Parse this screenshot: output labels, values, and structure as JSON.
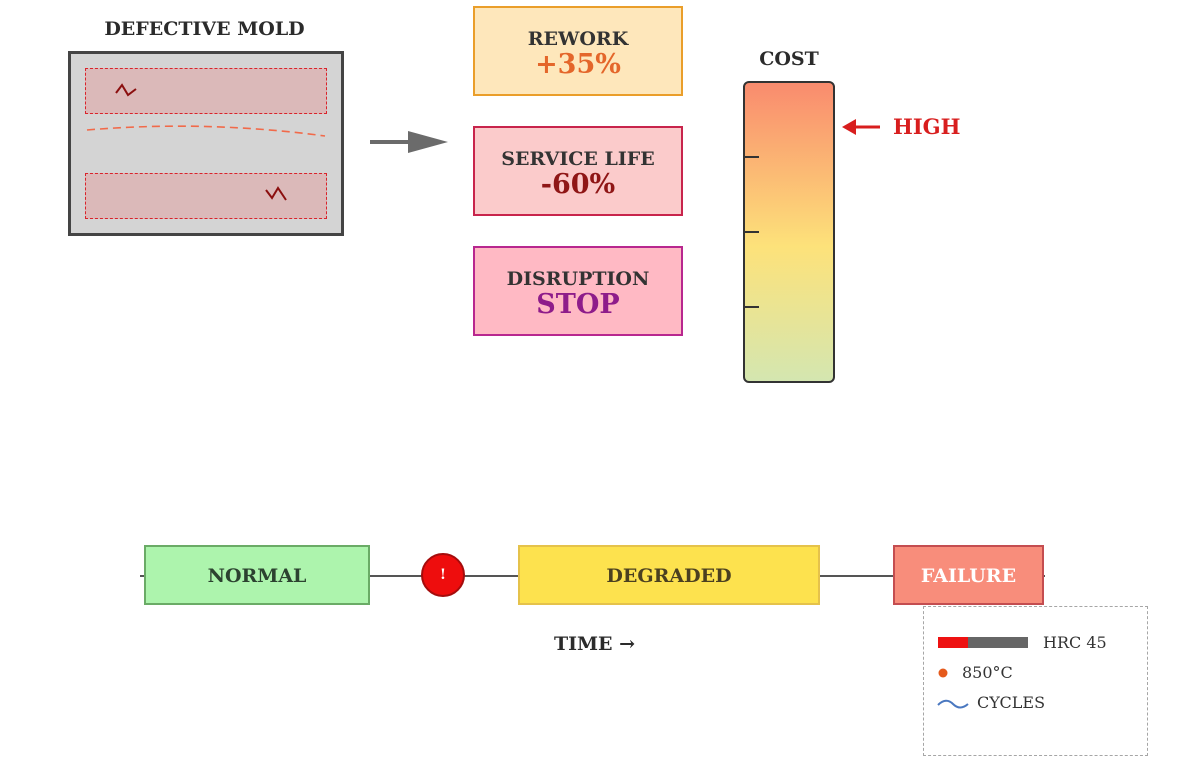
{
  "mold": {
    "title": "DEFECTIVE MOLD"
  },
  "impacts": {
    "rework": {
      "label": "REWORK",
      "value": "+35%",
      "color": "#e4662a"
    },
    "service_life": {
      "label": "SERVICE LIFE",
      "value": "-60%",
      "color": "#8f1616"
    },
    "disruption": {
      "label": "DISRUPTION",
      "value": "STOP",
      "color": "#8e1c8a"
    }
  },
  "cost": {
    "title": "COST",
    "level_label": "HIGH",
    "level_color": "#d81e1e"
  },
  "timeline": {
    "stages": [
      {
        "label": "NORMAL",
        "color": "#adf4ad"
      },
      {
        "label": "DEGRADED",
        "color": "#fde24e"
      },
      {
        "label": "FAILURE",
        "color": "#f88d7b"
      }
    ],
    "warning_symbol": "!",
    "axis_label": "TIME →"
  },
  "legend": {
    "items": [
      {
        "icon": "hardness-bar-icon",
        "label": "HRC 45"
      },
      {
        "icon": "temperature-dot-icon",
        "label": "850°C"
      },
      {
        "icon": "cycles-wave-icon",
        "label": "CYCLES"
      }
    ]
  }
}
